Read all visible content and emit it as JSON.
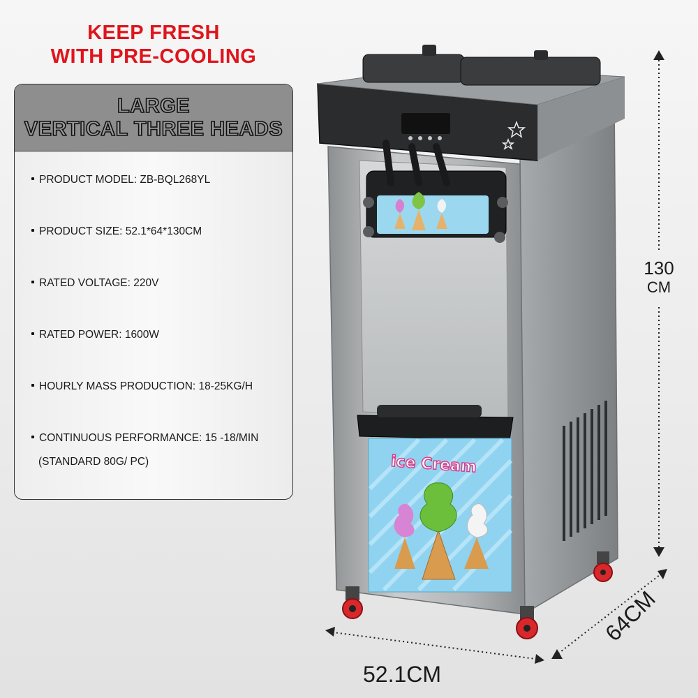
{
  "headline": {
    "line1": "KEEP FRESH",
    "line2": "WITH PRE-COOLING"
  },
  "panel": {
    "title_line1": "LARGE",
    "title_line2": "VERTICAL THREE HEADS",
    "specs": [
      "PRODUCT MODEL: ZB-BQL268YL",
      "PRODUCT SIZE: 52.1*64*130CM",
      "RATED VOLTAGE: 220V",
      "RATED POWER: 1600W",
      "HOURLY MASS PRODUCTION: 18-25KG/H",
      "CONTINUOUS PERFORMANCE: 15 -18/MIN"
    ],
    "spec_note": "(STANDARD 80G/ PC)"
  },
  "machine": {
    "banner_text": "ice Cream",
    "body_color": "#a9acae",
    "banner_bg": "#8fd3f0",
    "wheel_color": "#d8282c"
  },
  "dimensions": {
    "height_value": "130",
    "height_unit": "CM",
    "width": "52.1CM",
    "depth": "64CM"
  },
  "colors": {
    "accent": "#e0141b",
    "panel_header": "#8e8e8e"
  }
}
